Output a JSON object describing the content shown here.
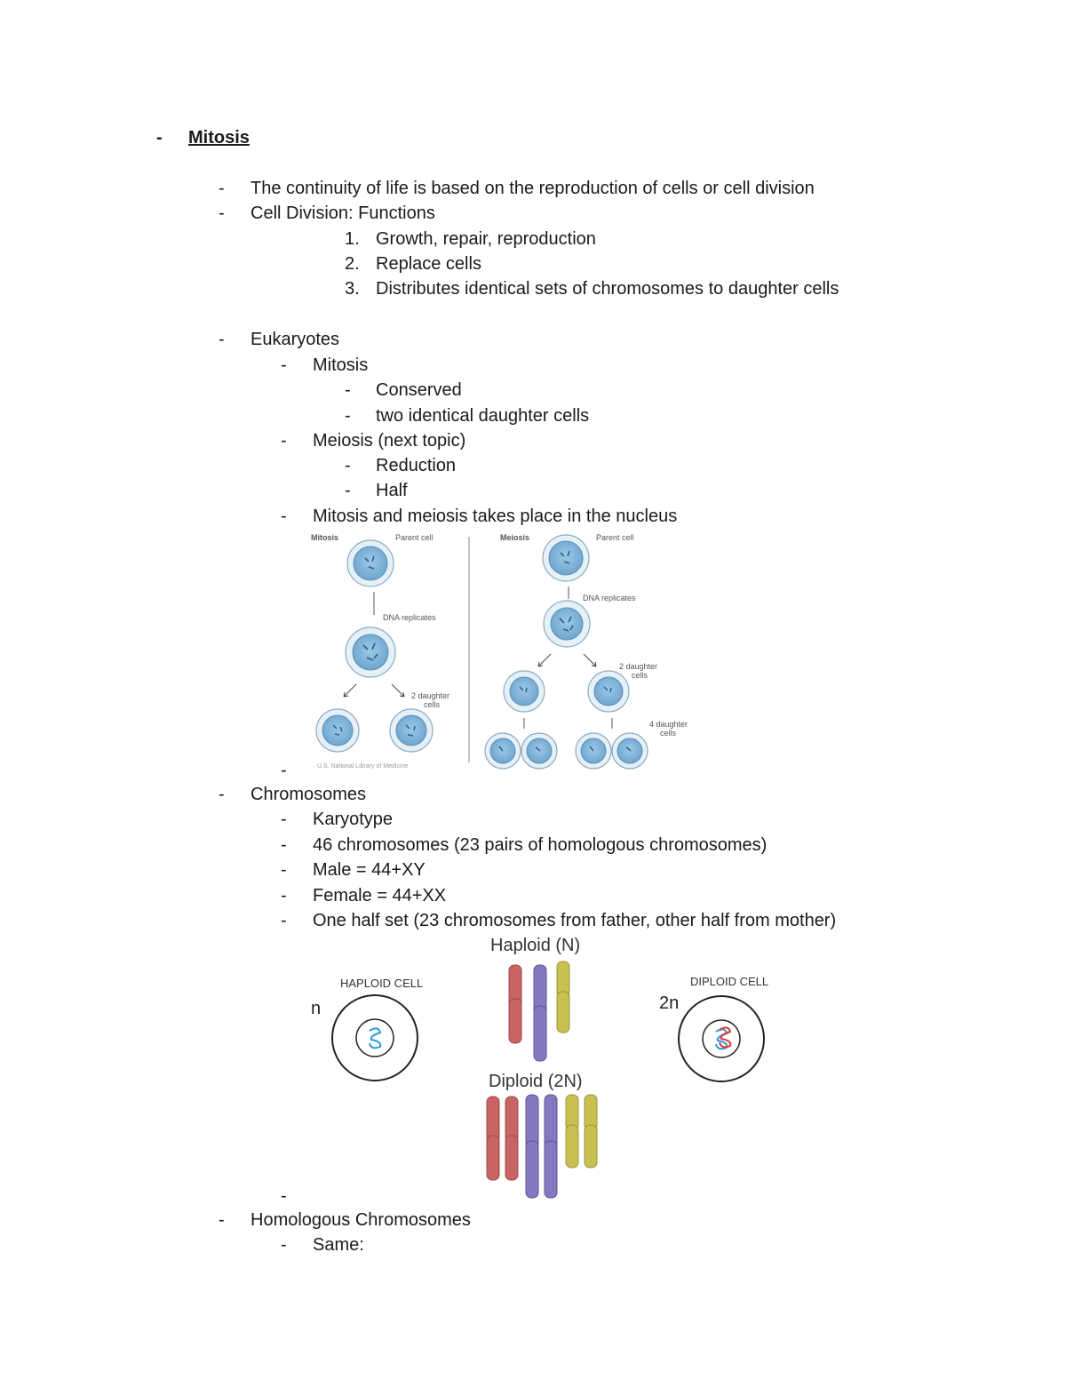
{
  "heading": {
    "bullet": "-",
    "title": "Mitosis"
  },
  "items": {
    "continuity": "The continuity of life is based on the reproduction of cells or cell division",
    "cell_division": "Cell Division: Functions",
    "functions": [
      {
        "num": "1.",
        "text": "Growth, repair, reproduction"
      },
      {
        "num": "2.",
        "text": "Replace cells"
      },
      {
        "num": "3.",
        "text": "Distributes identical sets of chromosomes to daughter cells"
      }
    ],
    "eukaryotes": "Eukaryotes",
    "mitosis": "Mitosis",
    "conserved": "Conserved",
    "two_identical": "two identical daughter cells",
    "meiosis": "Meiosis (next topic)",
    "reduction": "Reduction",
    "half": "Half",
    "nucleus": "Mitosis and meiosis takes place in the nucleus",
    "chromosomes": "Chromosomes",
    "karyotype": "Karyotype",
    "count46": "46 chromosomes (23 pairs of homologous chromosomes)",
    "male": "Male = 44+XY",
    "female": "Female = 44+XX",
    "one_half": "One half set (23 chromosomes from father, other half from mother)",
    "homologous": "Homologous Chromosomes",
    "same": "Same:"
  },
  "dash": "-",
  "figure1": {
    "mitosis_label": "Mitosis",
    "parent_cell_left": "Parent cell",
    "dna_replicates_left": "DNA replicates",
    "two_daughter_left": "2 daughter",
    "cells_left": "cells",
    "meiosis_label": "Meiosis",
    "parent_cell_right": "Parent cell",
    "dna_replicates_right": "DNA replicates",
    "two_daughter_right": "2 daughter",
    "cells_right": "cells",
    "four_daughter": "4 daughter",
    "cells_four": "cells",
    "credit": "U.S. National Library of Medicine",
    "cell_color": "#7fb3d5"
  },
  "figure2": {
    "haploid_title": "Haploid (N)",
    "diploid_title": "Diploid (2N)",
    "haploid_cell": "HAPLOID CELL",
    "diploid_cell": "DIPLOID CELL",
    "n": "n",
    "two_n": "2n",
    "colors": {
      "red": "#c86464",
      "purple": "#8478c0",
      "yellow": "#c8c050"
    }
  }
}
